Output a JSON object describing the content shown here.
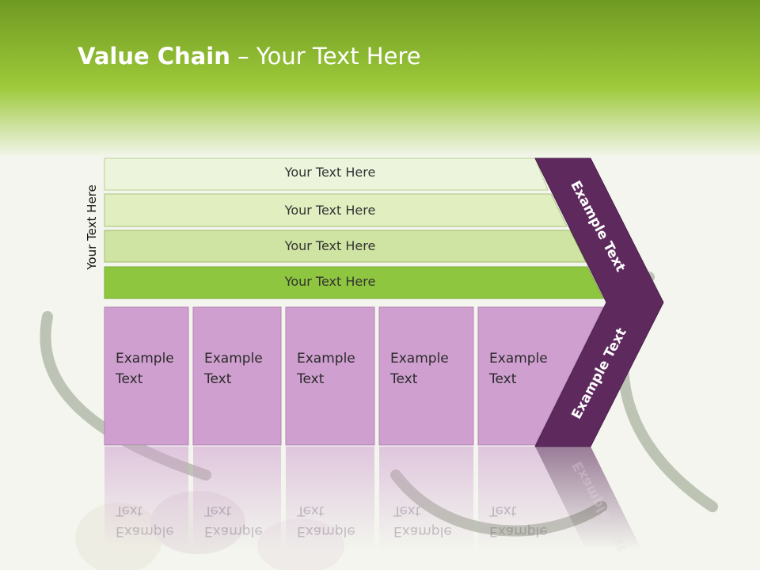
{
  "title": {
    "bold": "Value Chain",
    "rest": " – Your Text Here"
  },
  "side_label": "Your Text Here",
  "bars": [
    {
      "label": "Your Text Here"
    },
    {
      "label": "Your Text Here"
    },
    {
      "label": "Your Text Here"
    },
    {
      "label": "Your Text Here"
    }
  ],
  "boxes": [
    {
      "line1": "Example",
      "line2": "Text"
    },
    {
      "line1": "Example",
      "line2": "Text"
    },
    {
      "line1": "Example",
      "line2": "Text"
    },
    {
      "line1": "Example",
      "line2": "Text"
    },
    {
      "line1": "Example",
      "line2": "Text"
    }
  ],
  "chevron": {
    "upper": "Example Text",
    "lower": "Example Text"
  },
  "colors": {
    "header_green": "#8dc12d",
    "bar_light": "#e8f2d4",
    "bar_mid": "#cfe4a2",
    "bar_strong": "#8ec63f",
    "box_purple": "#cf9fd0",
    "chevron_purple": "#5e2a5e"
  }
}
